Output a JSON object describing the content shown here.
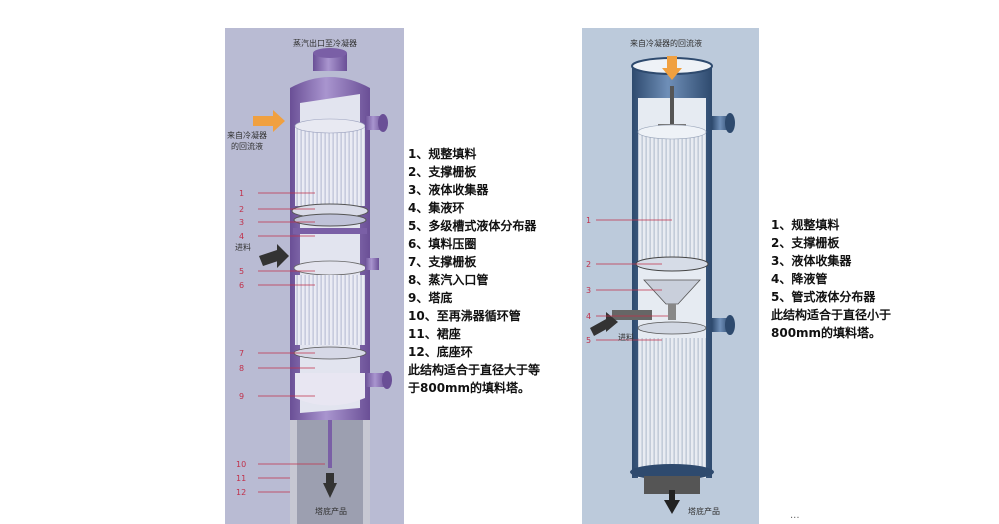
{
  "left": {
    "caption_top": "蒸汽出口至冷凝器",
    "caption_reflux": [
      "来自冷凝器",
      "的回流液"
    ],
    "caption_feed": "进料",
    "caption_bottom": "塔底产品",
    "callouts": [
      "1",
      "2",
      "3",
      "4",
      "5",
      "6",
      "7",
      "8",
      "9",
      "10",
      "11",
      "12"
    ],
    "legend": [
      "1、规整填料",
      "2、支撑栅板",
      "3、液体收集器",
      "4、集液环",
      "5、多级槽式液体分布器",
      "6、填料压圈",
      "7、支撑栅板",
      "8、蒸汽入口管",
      "9、塔底",
      "10、至再沸器循环管",
      "11、裙座",
      "12、底座环",
      "此结构适合于直径大于等",
      "于800mm的填料塔。"
    ]
  },
  "right": {
    "caption_top": "来自冷凝器的回流液",
    "caption_feed": "进料",
    "caption_bottom": "塔底产品",
    "callouts": [
      "1",
      "2",
      "3",
      "4",
      "5"
    ],
    "legend": [
      "1、规整填料",
      "2、支撑栅板",
      "3、液体收集器",
      "4、降液管",
      "5、管式液体分布器",
      "此结构适合于直径小于",
      "800mm的填料塔。"
    ]
  },
  "watermark": "...",
  "colors": {
    "column_purple": "#8b6fb3",
    "column_blue": "#3f5f86",
    "callout_red": "#c0304a",
    "arrow_orange": "#f0a040"
  }
}
